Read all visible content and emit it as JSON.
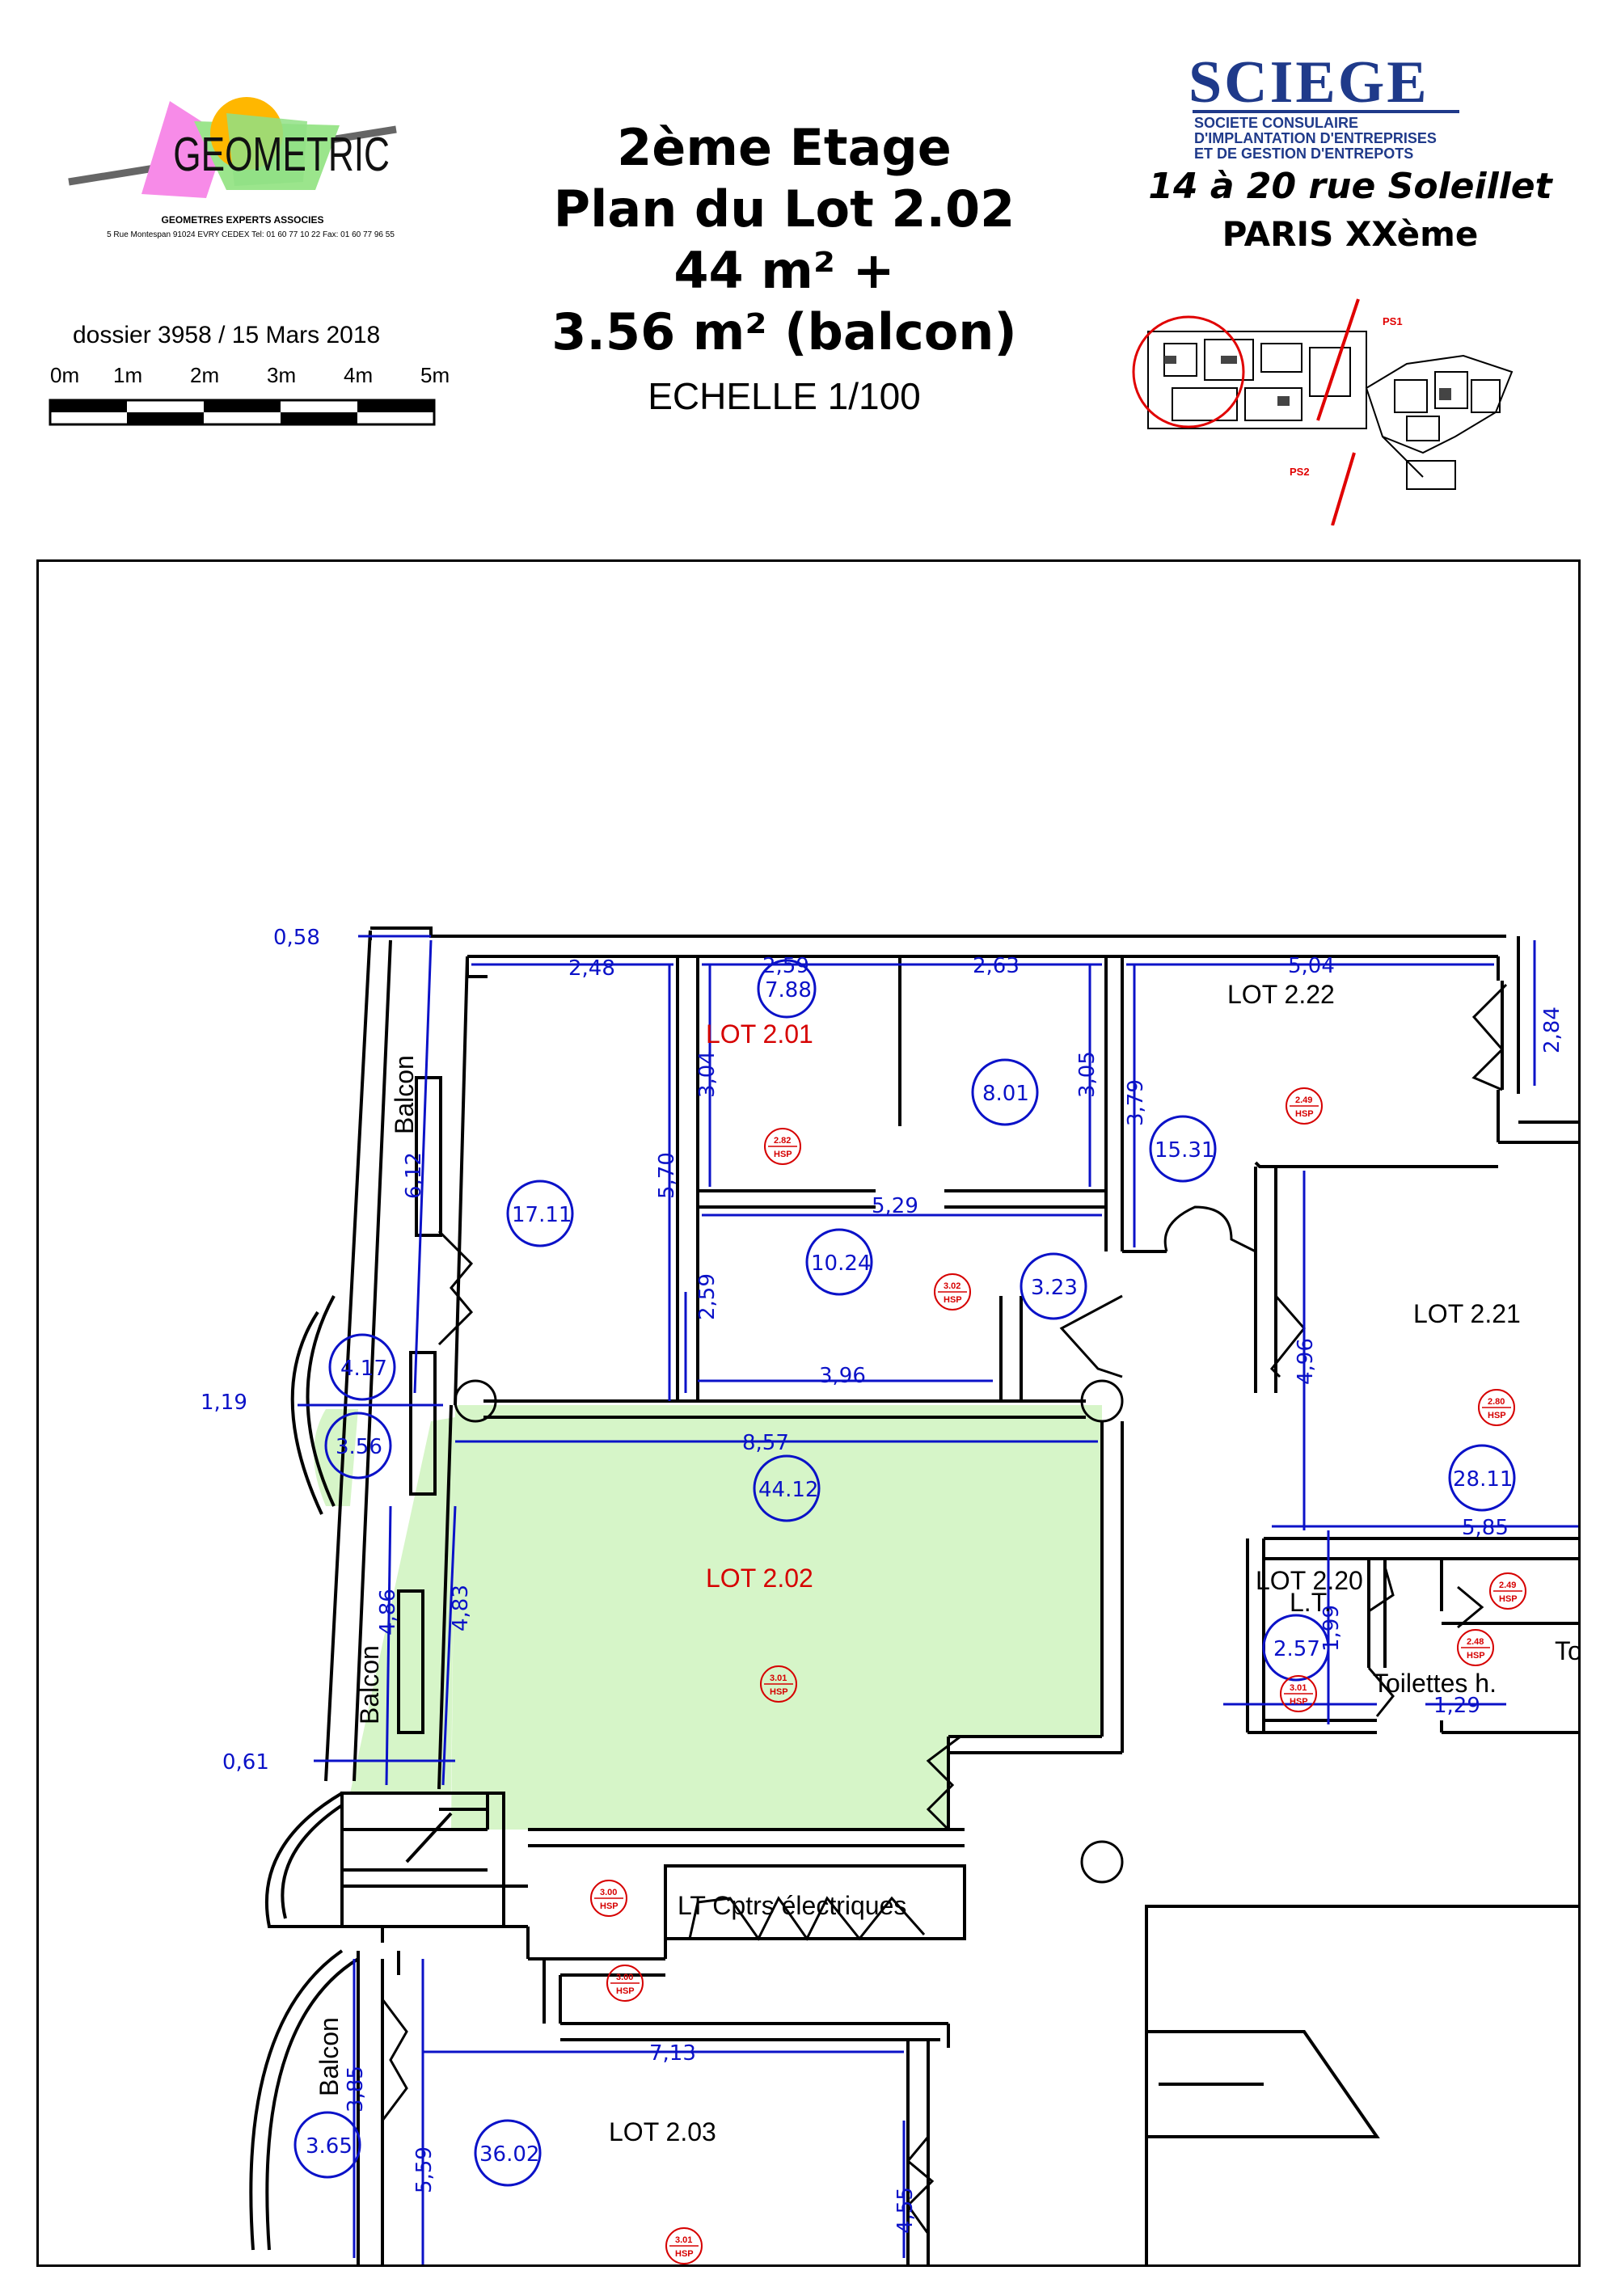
{
  "header": {
    "logo": {
      "name": "GEOMETRIC",
      "subtitle": "GEOMETRES EXPERTS ASSOCIES",
      "address": "5 Rue Montespan 91024 EVRY CEDEX  Tel: 01 60 77 10 22 Fax: 01 60 77 96 55"
    },
    "dossier": "dossier 3958 / 15 Mars 2018",
    "scale_labels": [
      "0m",
      "1m",
      "2m",
      "3m",
      "4m",
      "5m"
    ],
    "title_lines": [
      "2ème Etage",
      "Plan du Lot 2.02",
      "44 m² +",
      "3.56 m² (balcon)"
    ],
    "echelle": "ECHELLE 1/100",
    "company": {
      "name": "SCIEGE",
      "sub_lines": [
        "SOCIETE CONSULAIRE",
        "D'IMPLANTATION D'ENTREPRISES",
        "ET DE GESTION D'ENTREPOTS"
      ]
    },
    "address_line1": "14 à 20  rue Soleillet",
    "address_line2": "PARIS XXème",
    "keyplan_labels": [
      "PS1",
      "PS2"
    ]
  },
  "plan": {
    "lots": {
      "lot_201": "LOT 2.01",
      "lot_202": "LOT 2.02",
      "lot_203": "LOT 2.03",
      "lot_220": "LOT 2.20",
      "lot_221": "LOT 2.21",
      "lot_222": "LOT 2.22"
    },
    "rooms": {
      "lt_cptrs": "LT Cptrs électriques",
      "toilettes": "Toilettes h.",
      "lt": "L.T.",
      "to": "To",
      "balcon": "Balcon"
    },
    "areas": {
      "a788": "7.88",
      "a801": "8.01",
      "a1531": "15.31",
      "a1711": "17.11",
      "a1024": "10.24",
      "a323": "3.23",
      "a417": "4.17",
      "a356": "3.56",
      "a4412": "44.12",
      "a2811": "28.11",
      "a257": "2.57",
      "a365": "3.65",
      "a3602": "36.02"
    },
    "dimensions": {
      "d058": "0,58",
      "d248": "2,48",
      "d259a": "2,59",
      "d263": "2,63",
      "d504": "5,04",
      "d284": "2,84",
      "d304": "3,04",
      "d305": "3,05",
      "d379": "3,79",
      "d570": "5,70",
      "d612": "6,12",
      "d529": "5,29",
      "d259b": "2,59",
      "d396": "3,96",
      "d119": "1,19",
      "d857": "8,57",
      "d496": "4,96",
      "d585": "5,85",
      "d486": "4,86",
      "d483": "4,83",
      "d199": "1,99",
      "d129": "1,29",
      "d061": "0,61",
      "d713": "7,13",
      "d385": "3,85",
      "d559": "5,59",
      "d455": "4,55"
    },
    "hsp": {
      "h1": "2.82",
      "h2": "2.49",
      "h3": "3.02",
      "h4": "2.80",
      "h5": "3.01",
      "h6": "3.00",
      "h7": "3.00",
      "h8": "2.49",
      "h9": "2.48",
      "h10": "3.01",
      "h11": "3.01",
      "label": "HSP"
    },
    "colors": {
      "highlight": "#d6f5c8",
      "dimension": "#0b12c8",
      "lot_label_red": "#d60000",
      "wall": "#000000"
    }
  }
}
